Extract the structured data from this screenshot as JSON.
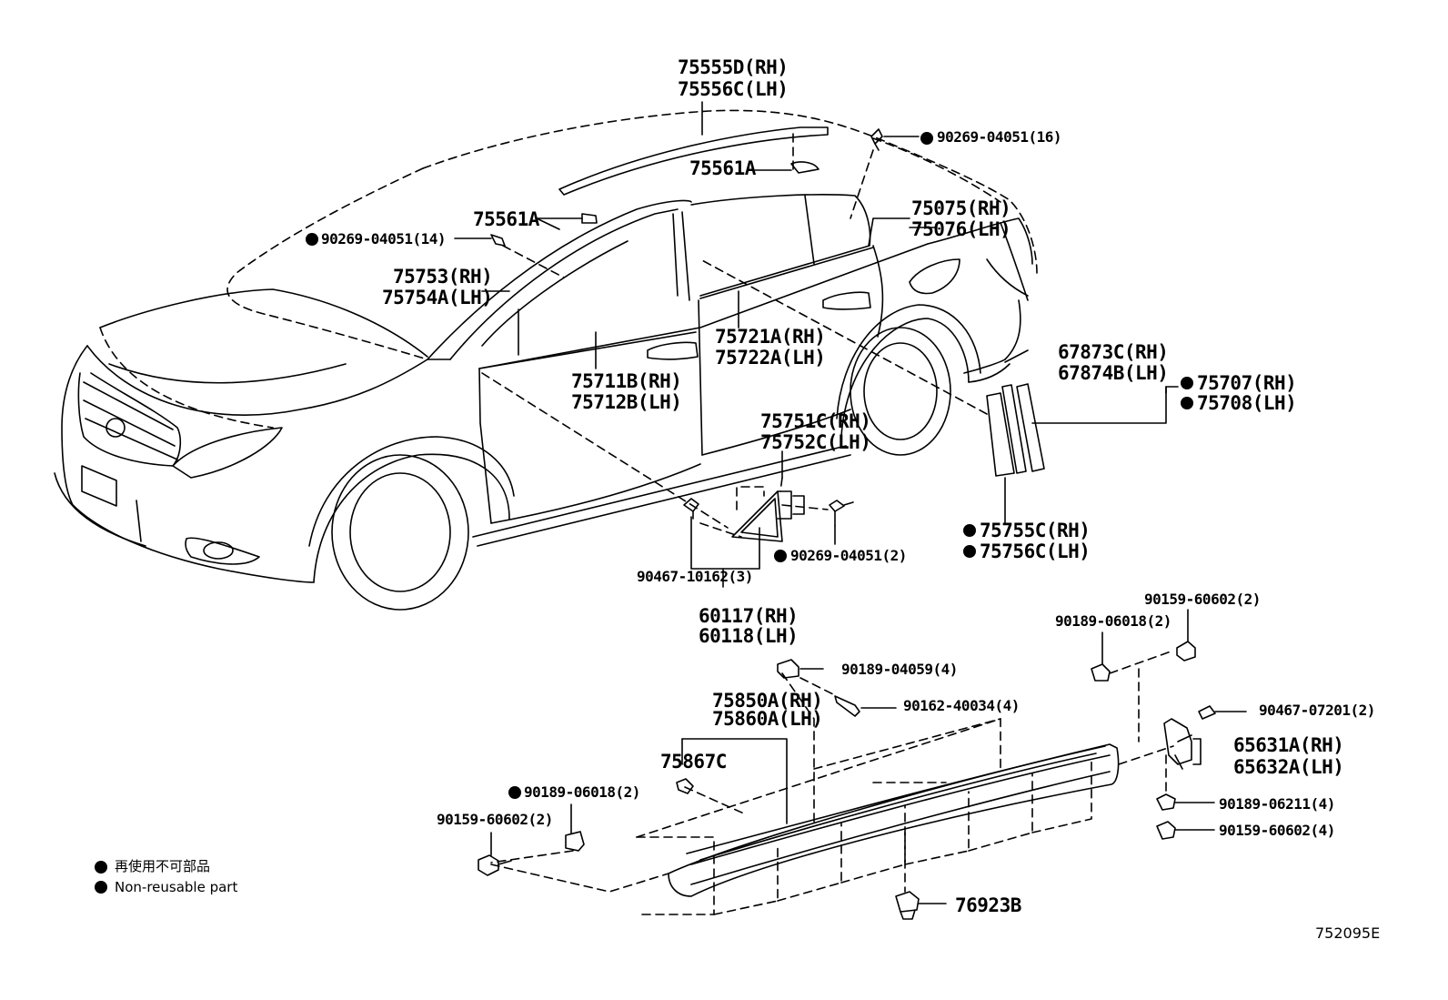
{
  "labels": {
    "roof_rh": "75555D(RH)",
    "roof_lh": "75556C(LH)",
    "clip_top_right": "90269-04051(16)",
    "roof_clip_right": "75561A",
    "roof_clip_left": "75561A",
    "rear_door_frame_rh": "75075(RH)",
    "rear_door_frame_lh": "75076(LH)",
    "clip_left_14": "90269-04051(14)",
    "front_door_frame_rh": "75753(RH)",
    "front_door_frame_lh": "75754A(LH)",
    "rear_belt_rh": "75721A(RH)",
    "rear_belt_lh": "75722A(LH)",
    "front_belt_rh": "75711B(RH)",
    "front_belt_lh": "75712B(LH)",
    "rear_pillar_rh": "67873C(RH)",
    "rear_pillar_lh": "67874B(LH)",
    "rear_pillar_garnish_rh": "75707(RH)",
    "rear_pillar_garnish_lh": "75708(LH)",
    "quarter_rh": "75751C(RH)",
    "quarter_lh": "75752C(LH)",
    "pillar_tape_rh": "75755C(RH)",
    "pillar_tape_lh": "75756C(LH)",
    "clip_mid_2": "90269-04051(2)",
    "screw_3": "90467-10162(3)",
    "garnish_rh": "60117(RH)",
    "garnish_lh": "60118(LH)",
    "bolt_right_2": "90159-60602(2)",
    "nut_right_2": "90189-06018(2)",
    "nut_4": "90189-04059(4)",
    "screw_4": "90162-40034(4)",
    "clip_right_2": "90467-07201(2)",
    "rocker_rh": "75850A(RH)",
    "rocker_lh": "75860A(LH)",
    "mudguard_rh": "65631A(RH)",
    "mudguard_lh": "65632A(LH)",
    "clip_75867c": "75867C",
    "nut_left_2": "90189-06018(2)",
    "bolt_left_2": "90159-60602(2)",
    "nut_bottom_4": "90189-06211(4)",
    "bolt_bottom_4": "90159-60602(4)",
    "clip_bottom": "76923B"
  },
  "legend": {
    "jp": "再使用不可部品",
    "en": "Non-reusable part"
  },
  "diagram_code": "752095E",
  "icons": {
    "bullet": "filled-circle-icon"
  }
}
